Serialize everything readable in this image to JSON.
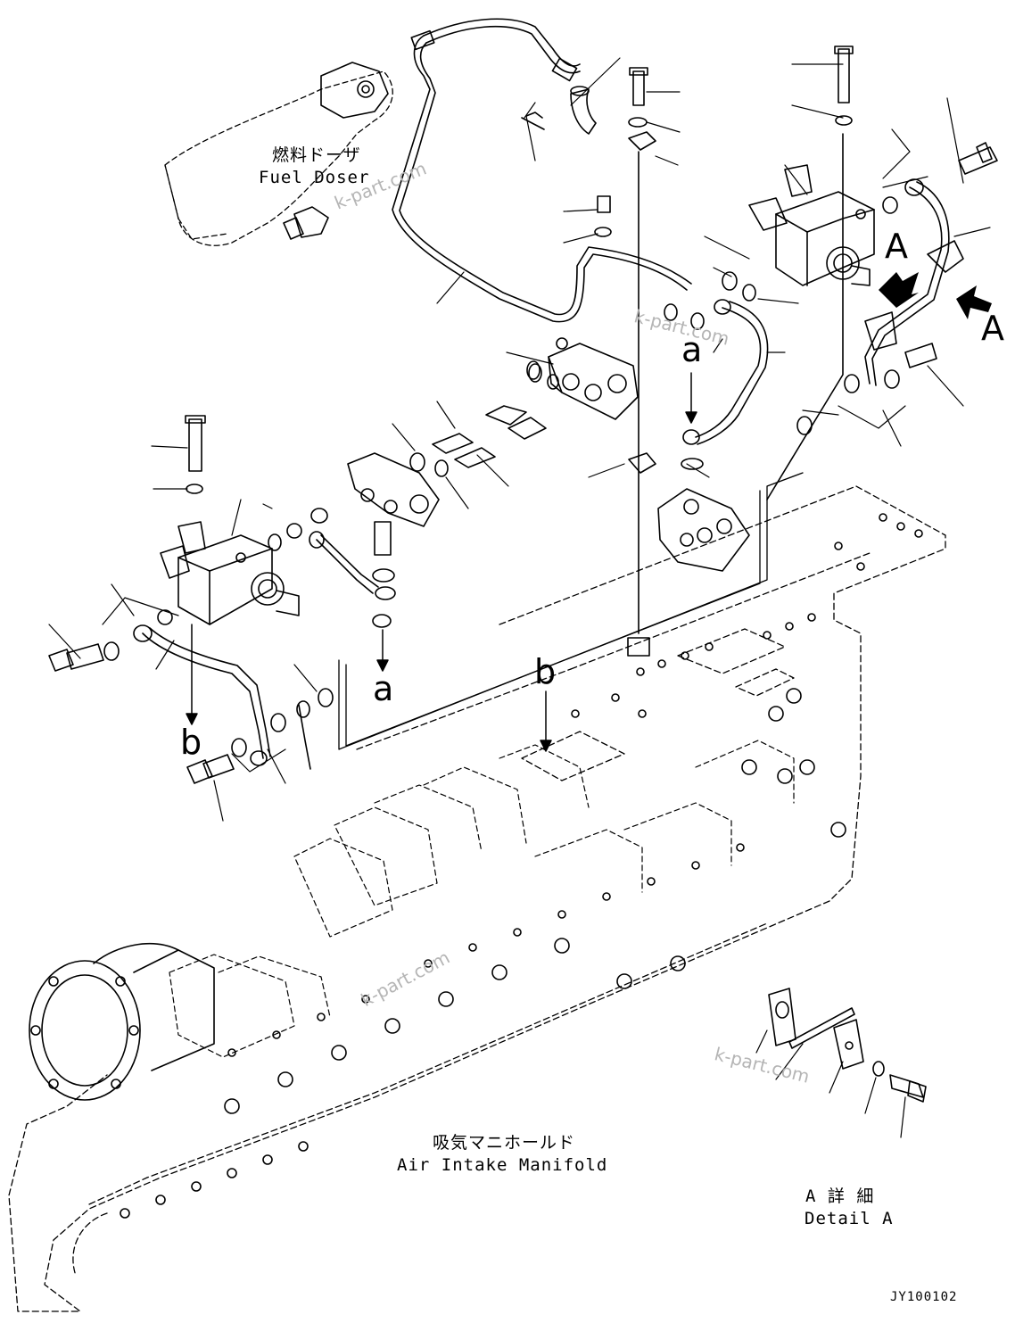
{
  "labels": {
    "fuel_doser_jp": "燃料ドーザ",
    "fuel_doser_en": "Fuel Doser",
    "manifold_jp": "吸気マニホールド",
    "manifold_en": "Air Intake Manifold",
    "detail_jp": "A 詳 細",
    "detail_en": "Detail A",
    "drawing_code": "JY100102"
  },
  "markers": {
    "a_top": "a",
    "a_left": "a",
    "b_center": "b",
    "b_left": "b",
    "A_top": "A",
    "A_right": "A"
  },
  "watermark": "k-part.com",
  "colors": {
    "line": "#000000",
    "watermark": "#b5b5b5",
    "background": "#ffffff"
  }
}
